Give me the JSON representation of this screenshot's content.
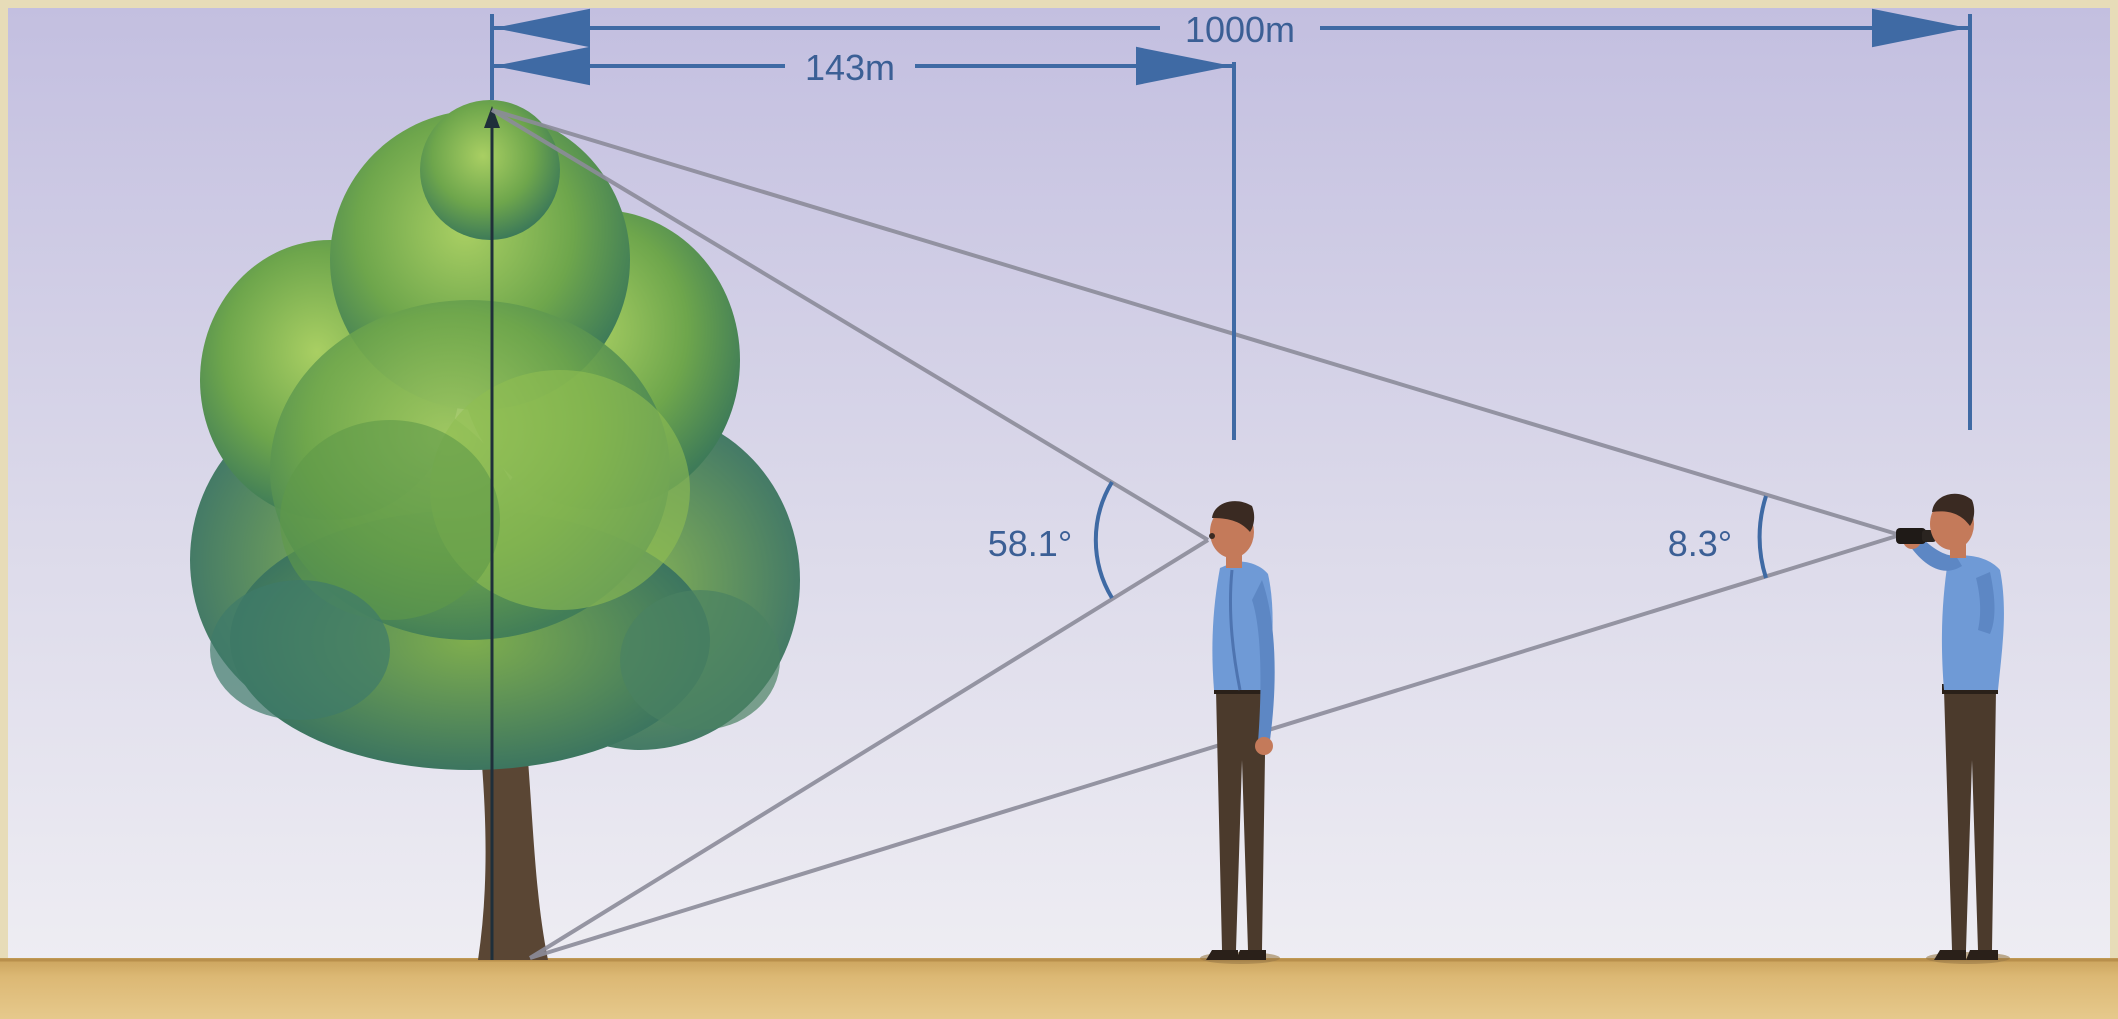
{
  "diagram": {
    "distances": {
      "far": "1000m",
      "near": "143m"
    },
    "angles": {
      "near": "58.1°",
      "far": "8.3°"
    },
    "colors": {
      "sky_top": "#c9c5e2",
      "sky_bottom": "#ecebf2",
      "ground": "#d8b06a",
      "frame": "#e7dcb8",
      "dimension_line": "#3f6aa4",
      "sight_line": "#8c8c9a",
      "foliage_dark": "#3f7a5a",
      "foliage_light": "#8fbe52",
      "trunk": "#5a4634",
      "shirt": "#6f9ad6",
      "trousers": "#4b3a2c",
      "skin": "#c47a5a",
      "hair": "#3a2a22"
    },
    "objects": [
      "tree",
      "observer-near",
      "observer-far-with-binoculars"
    ]
  }
}
